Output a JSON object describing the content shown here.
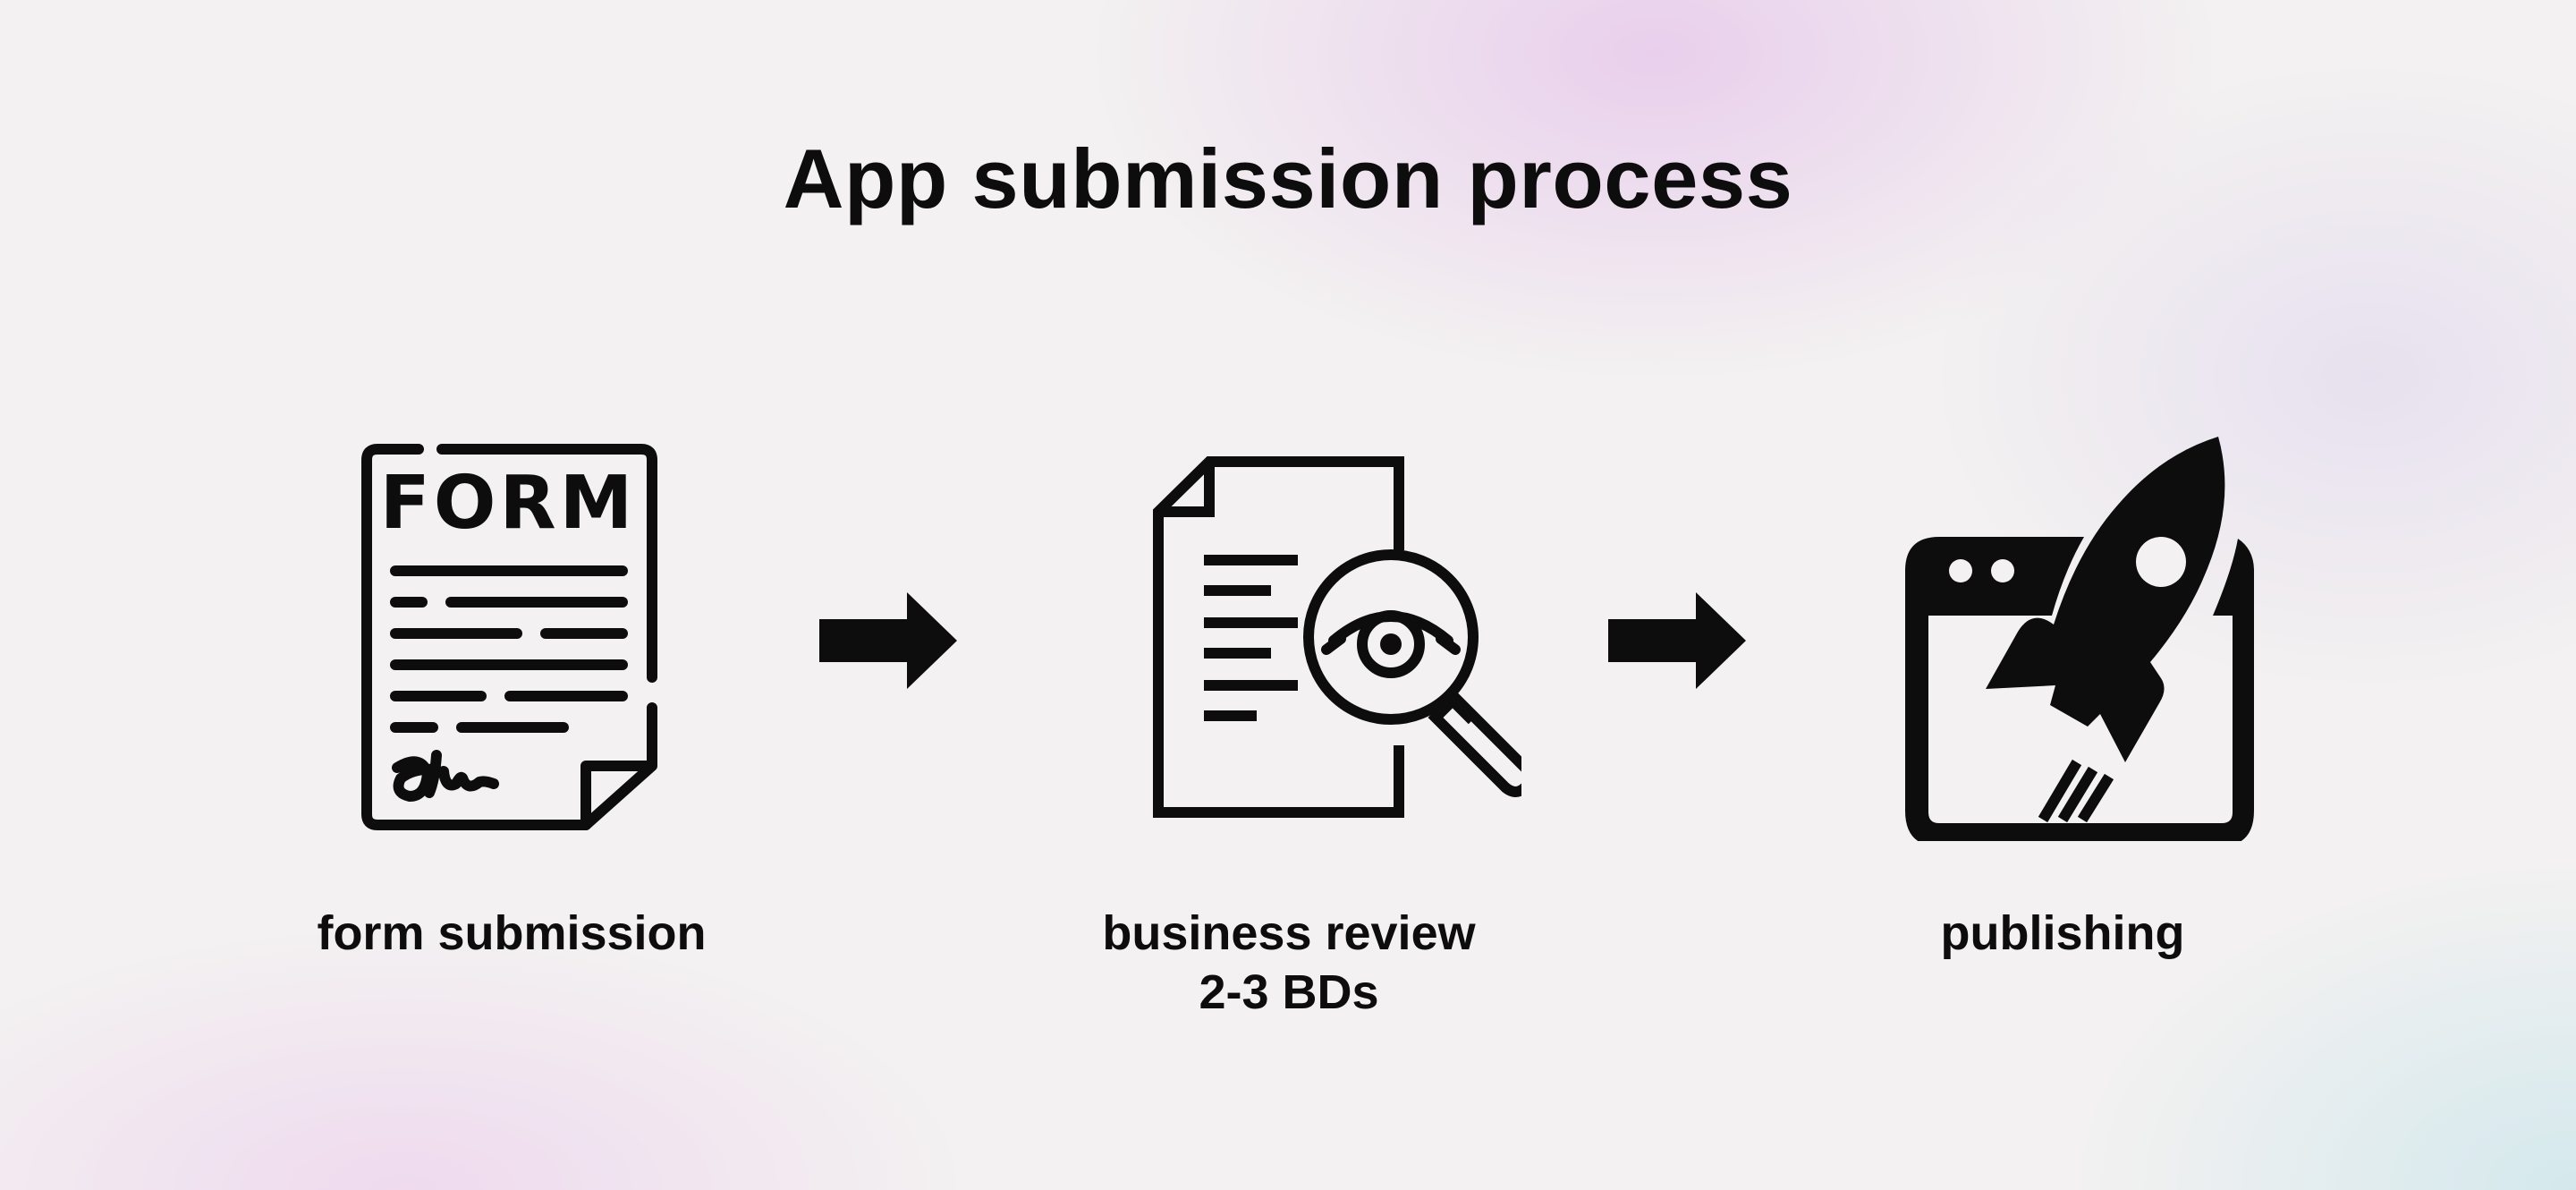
{
  "title": "App submission process",
  "steps": [
    {
      "label": "form submission",
      "sublabel": "",
      "icon": "form-document-icon",
      "icon_text": "FORM"
    },
    {
      "label": "business review",
      "sublabel": "2-3 BDs",
      "icon": "document-magnifier-eye-icon"
    },
    {
      "label": "publishing",
      "sublabel": "",
      "icon": "browser-rocket-icon"
    }
  ],
  "connectors": [
    "arrow-right-icon",
    "arrow-right-icon"
  ],
  "colors": {
    "ink": "#0d0d0d",
    "background": "#f3f1f1"
  }
}
